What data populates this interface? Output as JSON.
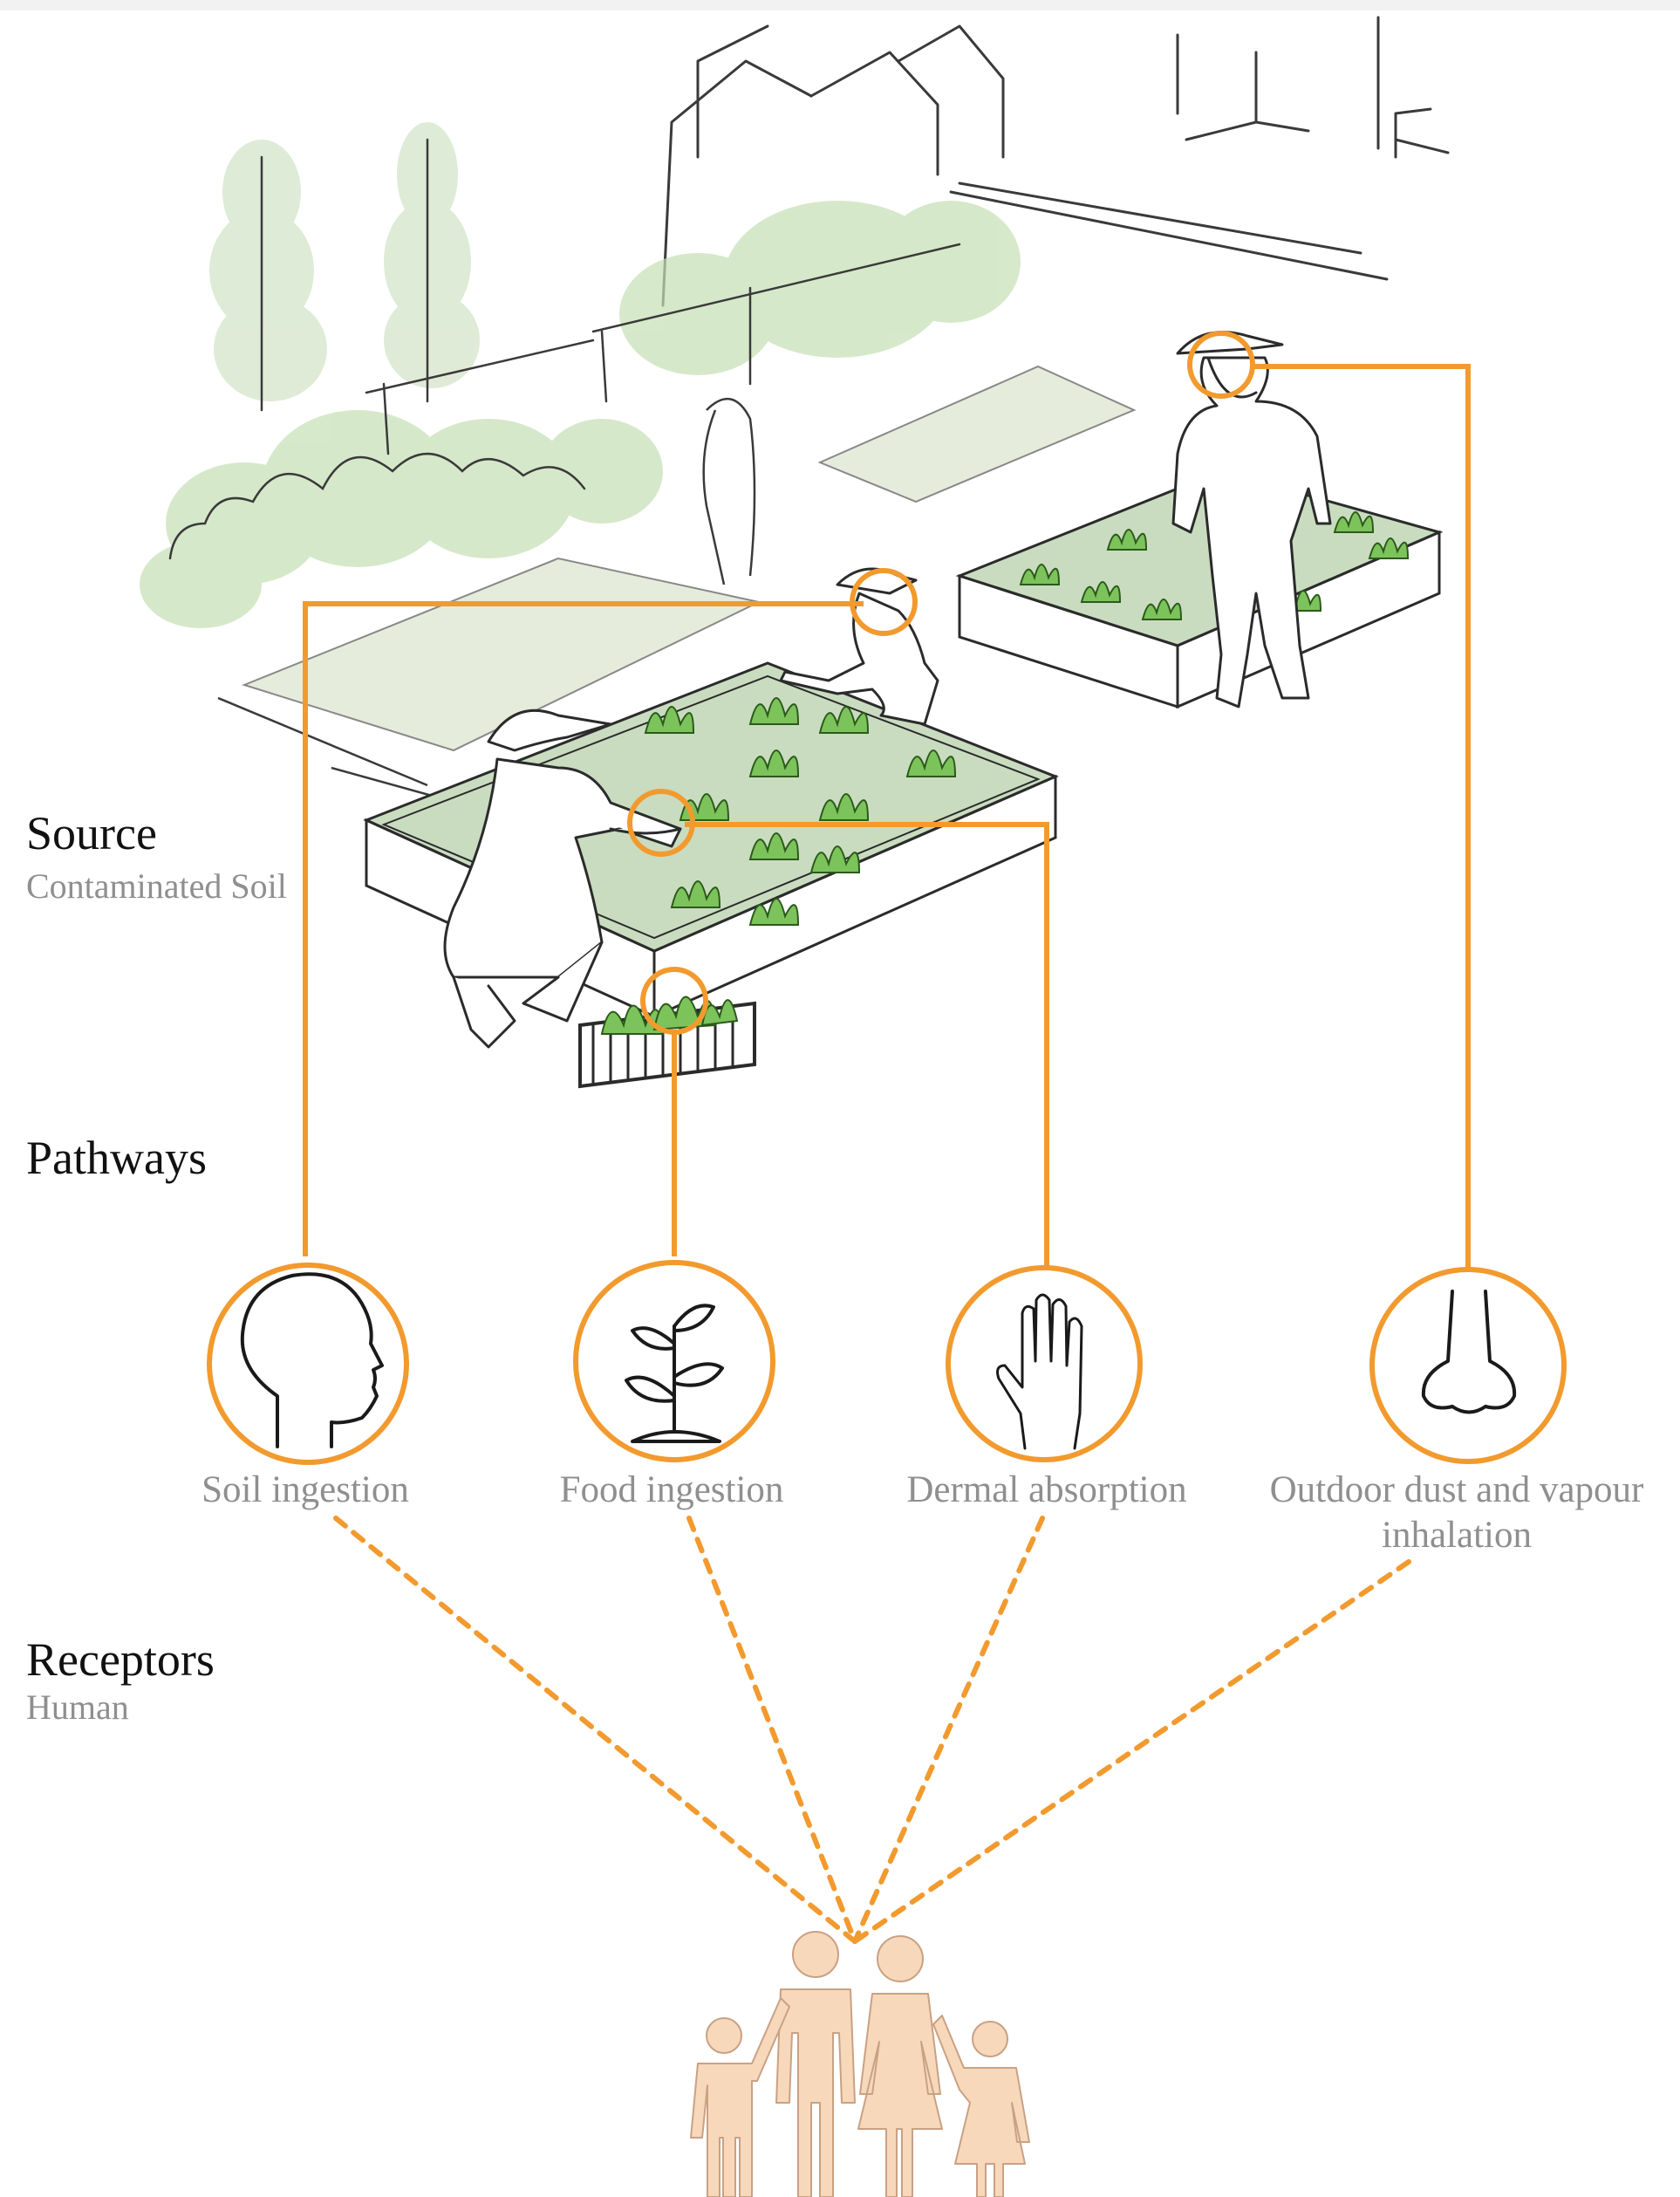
{
  "stages": {
    "source": {
      "title": "Source",
      "subtitle": "Contaminated Soil"
    },
    "pathways": {
      "title": "Pathways"
    },
    "receptors": {
      "title": "Receptors",
      "subtitle": "Human"
    }
  },
  "pathways": [
    {
      "label": "Soil ingestion",
      "icon": "head-profile-icon"
    },
    {
      "label": "Food ingestion",
      "icon": "plant-sprout-icon"
    },
    {
      "label": "Dermal absorption",
      "icon": "hand-icon"
    },
    {
      "label_line1": "Outdoor dust and vapour",
      "label_line2": "inhalation",
      "icon": "nose-icon"
    }
  ],
  "receptor_icon": "family-icon",
  "colors": {
    "accent": "#f29a2e",
    "soil_green": "#c9dcc0",
    "plant_green": "#7cc35b",
    "family": "#f7d8bb",
    "sketch_line": "#2b2b2b",
    "muted_text": "#8f8f8f"
  }
}
